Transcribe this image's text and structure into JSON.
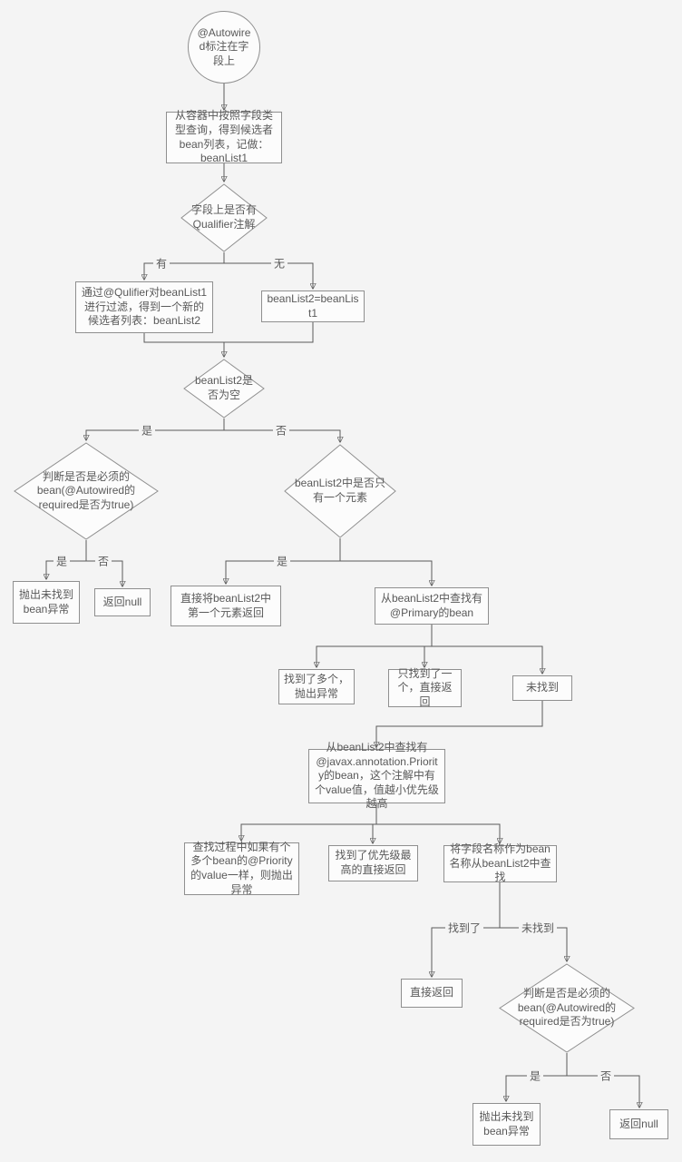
{
  "colors": {
    "page_background": "#f4f4f4",
    "shape_fill": "#fcfcfc",
    "shape_border": "#8f8f8f",
    "connector": "#5a5a5a",
    "text": "#595959"
  },
  "diagram": {
    "type": "flowchart",
    "nodes": {
      "start": {
        "shape": "ellipse",
        "label": "@Autowired标注在字段上"
      },
      "query": {
        "shape": "rect",
        "label": "从容器中按照字段类型查询，得到候选者bean列表，记做：beanList1"
      },
      "has_qualifier": {
        "shape": "diamond",
        "label": "字段上是否有Qualifier注解"
      },
      "filter_qualifier": {
        "shape": "rect",
        "label": "通过@Qulifier对beanList1进行过滤，得到一个新的候选者列表：beanList2"
      },
      "assign": {
        "shape": "rect",
        "label": "beanList2=beanList1"
      },
      "is_empty": {
        "shape": "diamond",
        "label": "beanList2是否为空"
      },
      "required_check_1": {
        "shape": "diamond",
        "label": "判断是否是必须的bean(@Autowired的required是否为true)"
      },
      "throw_1": {
        "shape": "rect",
        "label": "抛出未找到bean异常"
      },
      "return_null_1": {
        "shape": "rect",
        "label": "返回null"
      },
      "only_one": {
        "shape": "diamond",
        "label": "beanList2中是否只有一个元素"
      },
      "return_first": {
        "shape": "rect",
        "label": "直接将beanList2中第一个元素返回"
      },
      "find_primary": {
        "shape": "rect",
        "label": "从beanList2中查找有@Primary的bean"
      },
      "primary_many": {
        "shape": "rect",
        "label": "找到了多个，抛出异常"
      },
      "primary_one": {
        "shape": "rect",
        "label": "只找到了一个，直接返回"
      },
      "primary_none": {
        "shape": "rect",
        "label": "未找到"
      },
      "find_priority": {
        "shape": "rect",
        "label": "从beanList2中查找有@javax.annotation.Priority的bean，这个注解中有个value值，值越小优先级越高"
      },
      "priority_same": {
        "shape": "rect",
        "label": "查找过程中如果有个多个bean的@Priority的value一样，则抛出异常"
      },
      "priority_highest": {
        "shape": "rect",
        "label": "找到了优先级最高的直接返回"
      },
      "find_by_name": {
        "shape": "rect",
        "label": "将字段名称作为bean名称从beanList2中查找"
      },
      "return_direct": {
        "shape": "rect",
        "label": "直接返回"
      },
      "required_check_2": {
        "shape": "diamond",
        "label": "判断是否是必须的bean(@Autowired的required是否为true)"
      },
      "throw_2": {
        "shape": "rect",
        "label": "抛出未找到bean异常"
      },
      "return_null_2": {
        "shape": "rect",
        "label": "返回null"
      }
    },
    "edges": [
      {
        "from": "start",
        "to": "query",
        "label": ""
      },
      {
        "from": "query",
        "to": "has_qualifier",
        "label": ""
      },
      {
        "from": "has_qualifier",
        "to": "filter_qualifier",
        "label": "有"
      },
      {
        "from": "has_qualifier",
        "to": "assign",
        "label": "无"
      },
      {
        "from": "filter_qualifier",
        "to": "is_empty",
        "label": ""
      },
      {
        "from": "assign",
        "to": "is_empty",
        "label": ""
      },
      {
        "from": "is_empty",
        "to": "required_check_1",
        "label": "是"
      },
      {
        "from": "is_empty",
        "to": "only_one",
        "label": "否"
      },
      {
        "from": "required_check_1",
        "to": "throw_1",
        "label": "是"
      },
      {
        "from": "required_check_1",
        "to": "return_null_1",
        "label": "否"
      },
      {
        "from": "only_one",
        "to": "return_first",
        "label": "是"
      },
      {
        "from": "only_one",
        "to": "find_primary",
        "label": ""
      },
      {
        "from": "find_primary",
        "to": "primary_many",
        "label": ""
      },
      {
        "from": "find_primary",
        "to": "primary_one",
        "label": ""
      },
      {
        "from": "find_primary",
        "to": "primary_none",
        "label": ""
      },
      {
        "from": "primary_none",
        "to": "find_priority",
        "label": ""
      },
      {
        "from": "find_priority",
        "to": "priority_same",
        "label": ""
      },
      {
        "from": "find_priority",
        "to": "priority_highest",
        "label": ""
      },
      {
        "from": "find_priority",
        "to": "find_by_name",
        "label": ""
      },
      {
        "from": "find_by_name",
        "to": "return_direct",
        "label": "找到了"
      },
      {
        "from": "find_by_name",
        "to": "required_check_2",
        "label": "未找到"
      },
      {
        "from": "required_check_2",
        "to": "throw_2",
        "label": "是"
      },
      {
        "from": "required_check_2",
        "to": "return_null_2",
        "label": "否"
      }
    ]
  }
}
